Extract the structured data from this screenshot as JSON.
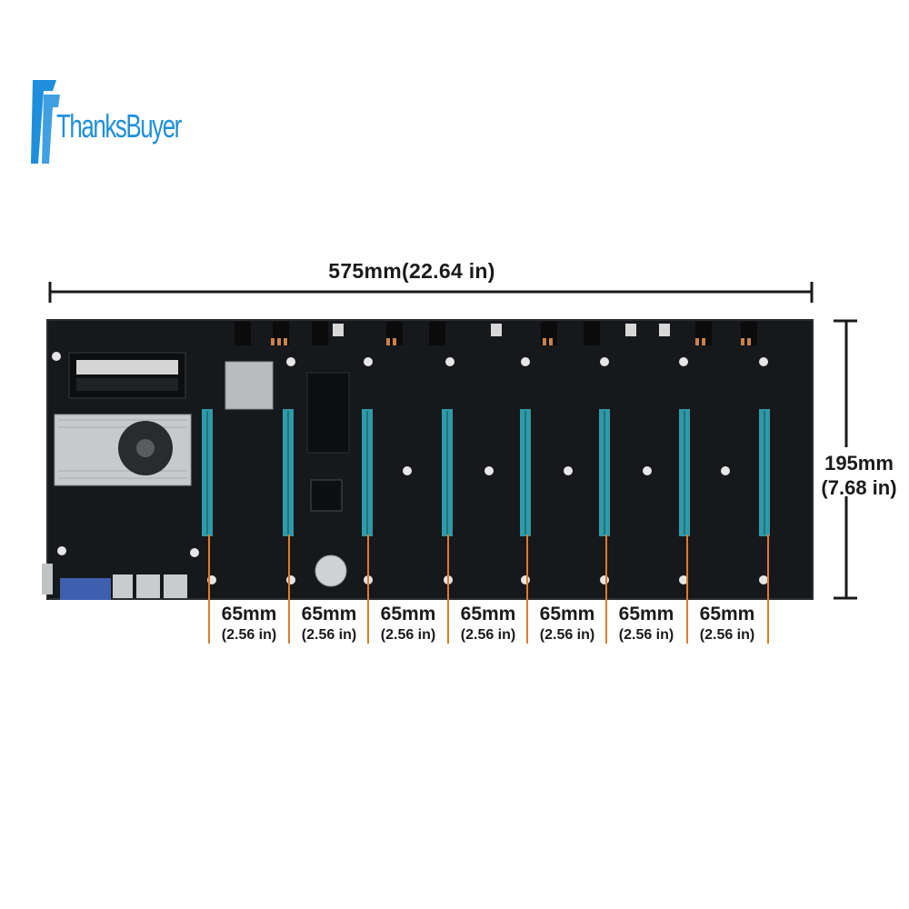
{
  "brand": {
    "name": "ThanksBuyer",
    "color": "#1f8fdc"
  },
  "dimensions": {
    "width": "575mm(22.64 in)",
    "height_mm": "195mm",
    "height_in": "(7.68 in)"
  },
  "slot_spacing": [
    {
      "mm": "65mm",
      "in": "(2.56 in)"
    },
    {
      "mm": "65mm",
      "in": "(2.56 in)"
    },
    {
      "mm": "65mm",
      "in": "(2.56 in)"
    },
    {
      "mm": "65mm",
      "in": "(2.56 in)"
    },
    {
      "mm": "65mm",
      "in": "(2.56 in)"
    },
    {
      "mm": "65mm",
      "in": "(2.56 in)"
    },
    {
      "mm": "65mm",
      "in": "(2.56 in)"
    }
  ],
  "colors": {
    "board": "#16181b",
    "pcie_slot": "#2f9aa8",
    "guide_line": "#e07a2a",
    "dimension_line": "#1a1a1a"
  }
}
